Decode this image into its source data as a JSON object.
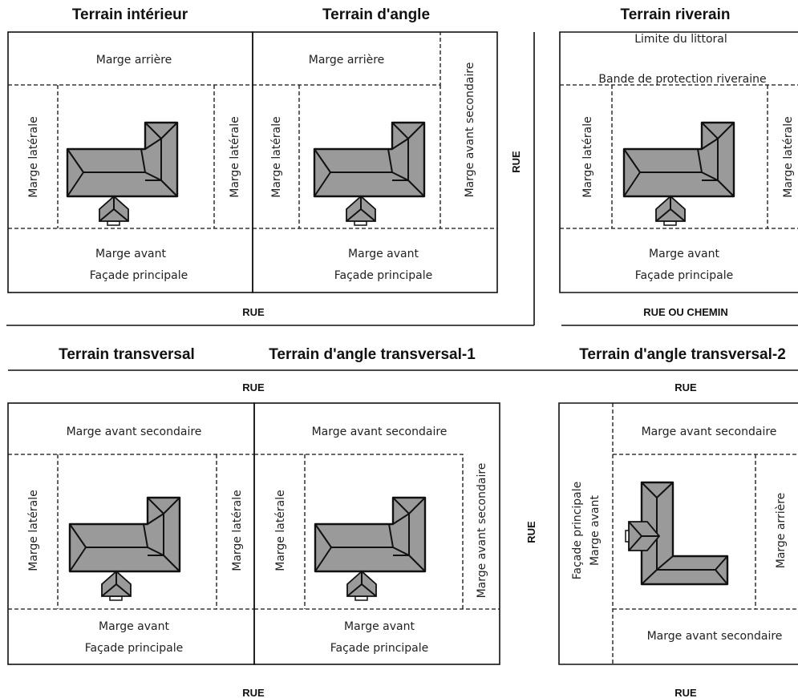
{
  "titles": {
    "interieur": "Terrain intérieur",
    "angle": "Terrain d'angle",
    "riverain": "Terrain riverain",
    "transversal": "Terrain transversal",
    "angle_transversal_1": "Terrain d'angle transversal-1",
    "angle_transversal_2": "Terrain d'angle transversal-2"
  },
  "streets": {
    "rue": "RUE",
    "rue_ou_chemin": "RUE OU CHEMIN"
  },
  "labels": {
    "marge_arriere": "Marge arrière",
    "marge_laterale": "Marge latérale",
    "marge_avant": "Marge avant",
    "facade_principale": "Façade principale",
    "marge_avant_secondaire": "Marge avant secondaire",
    "limite_littoral": "Limite du littoral",
    "bande_protection": "Bande de protection riveraine"
  },
  "colors": {
    "roof": "#9a9a9a",
    "line": "#111111"
  },
  "icons": [
    "house-roof-icon"
  ]
}
